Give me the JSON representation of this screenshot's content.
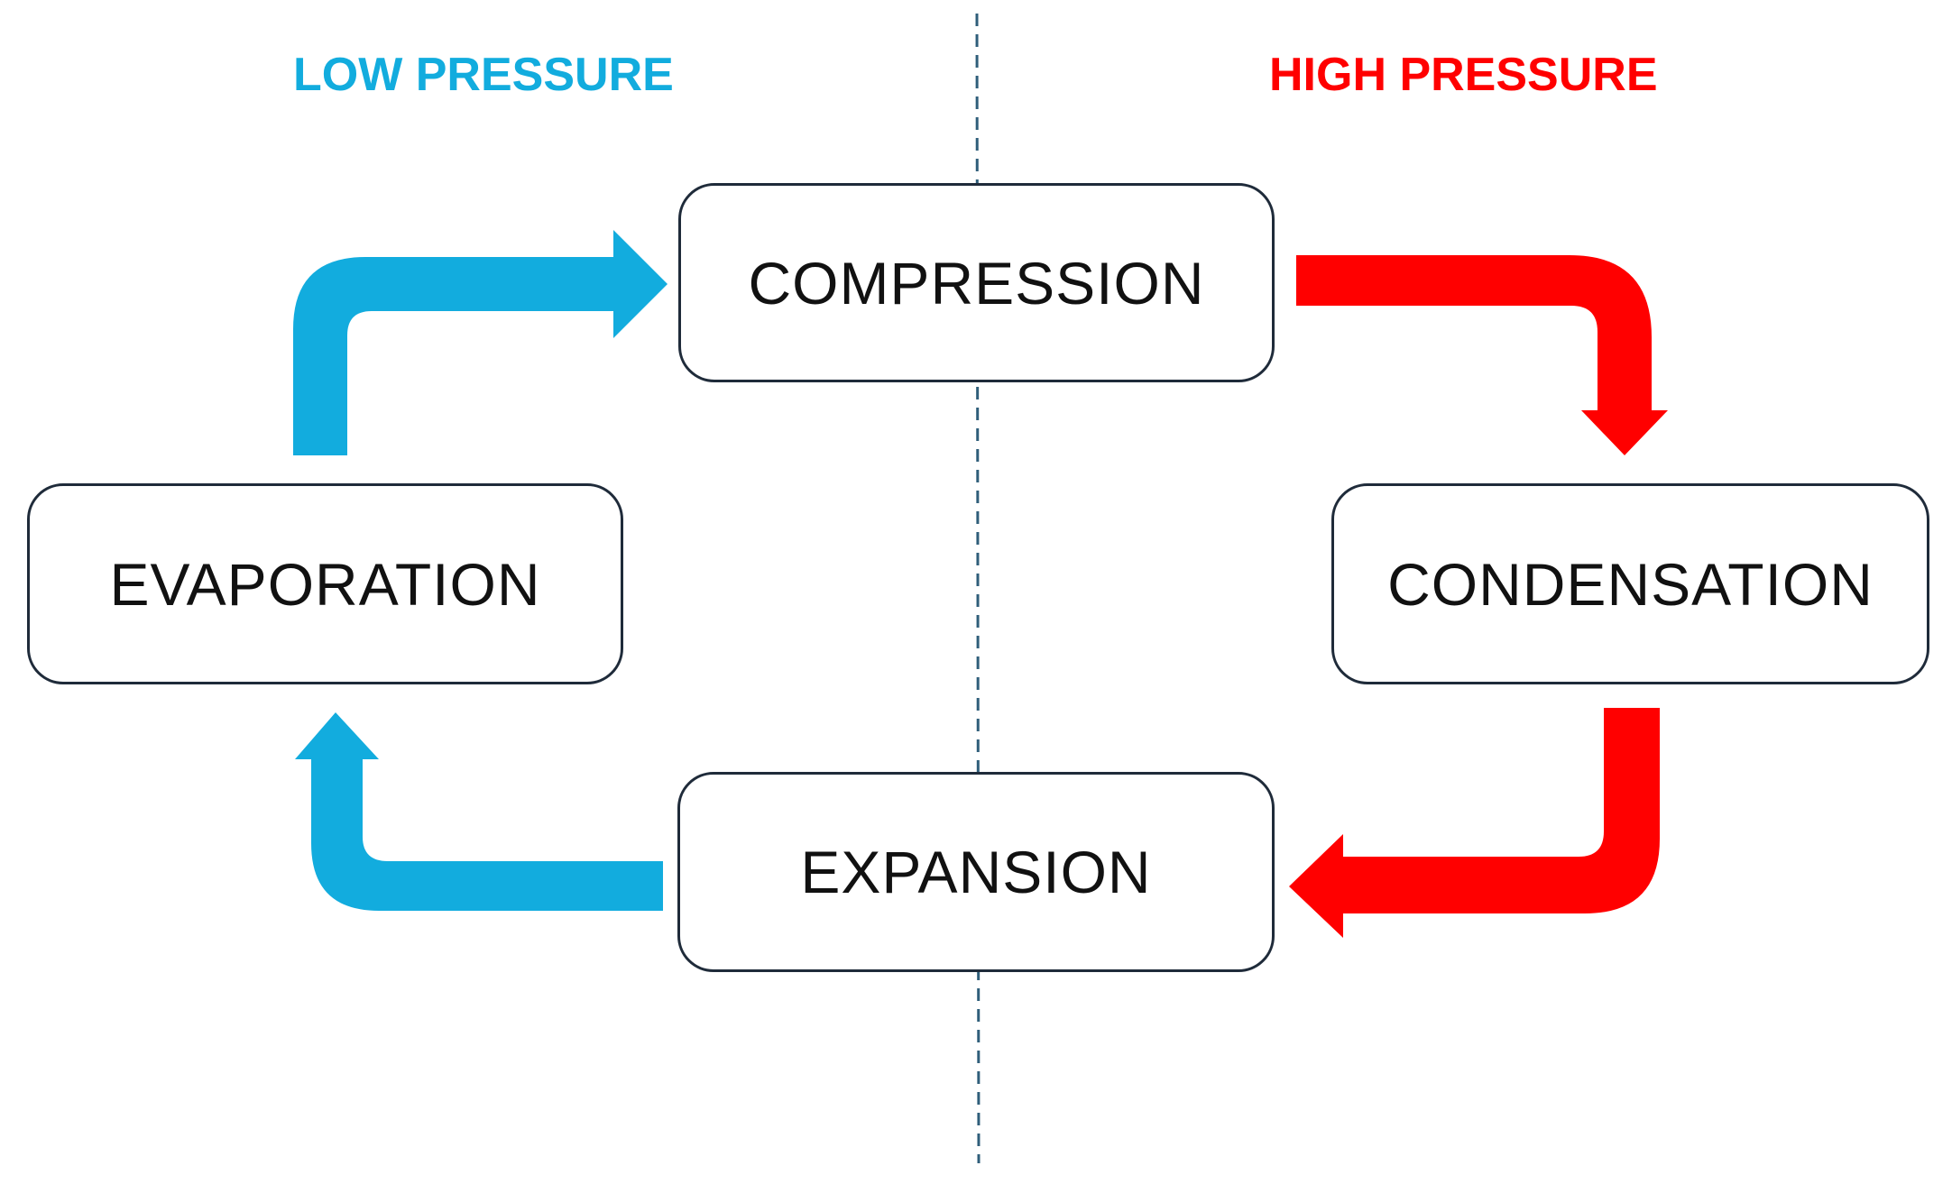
{
  "regions": {
    "low_pressure": "LOW PRESSURE",
    "high_pressure": "HIGH PRESSURE"
  },
  "stages": {
    "compression": "COMPRESSION",
    "evaporation": "EVAPORATION",
    "condensation": "CONDENSATION",
    "expansion": "EXPANSION"
  },
  "colors": {
    "low_pressure": "#12ACDE",
    "high_pressure": "#FF0000",
    "divider": "#2F5E7A",
    "box_border": "#1F2B3A"
  }
}
